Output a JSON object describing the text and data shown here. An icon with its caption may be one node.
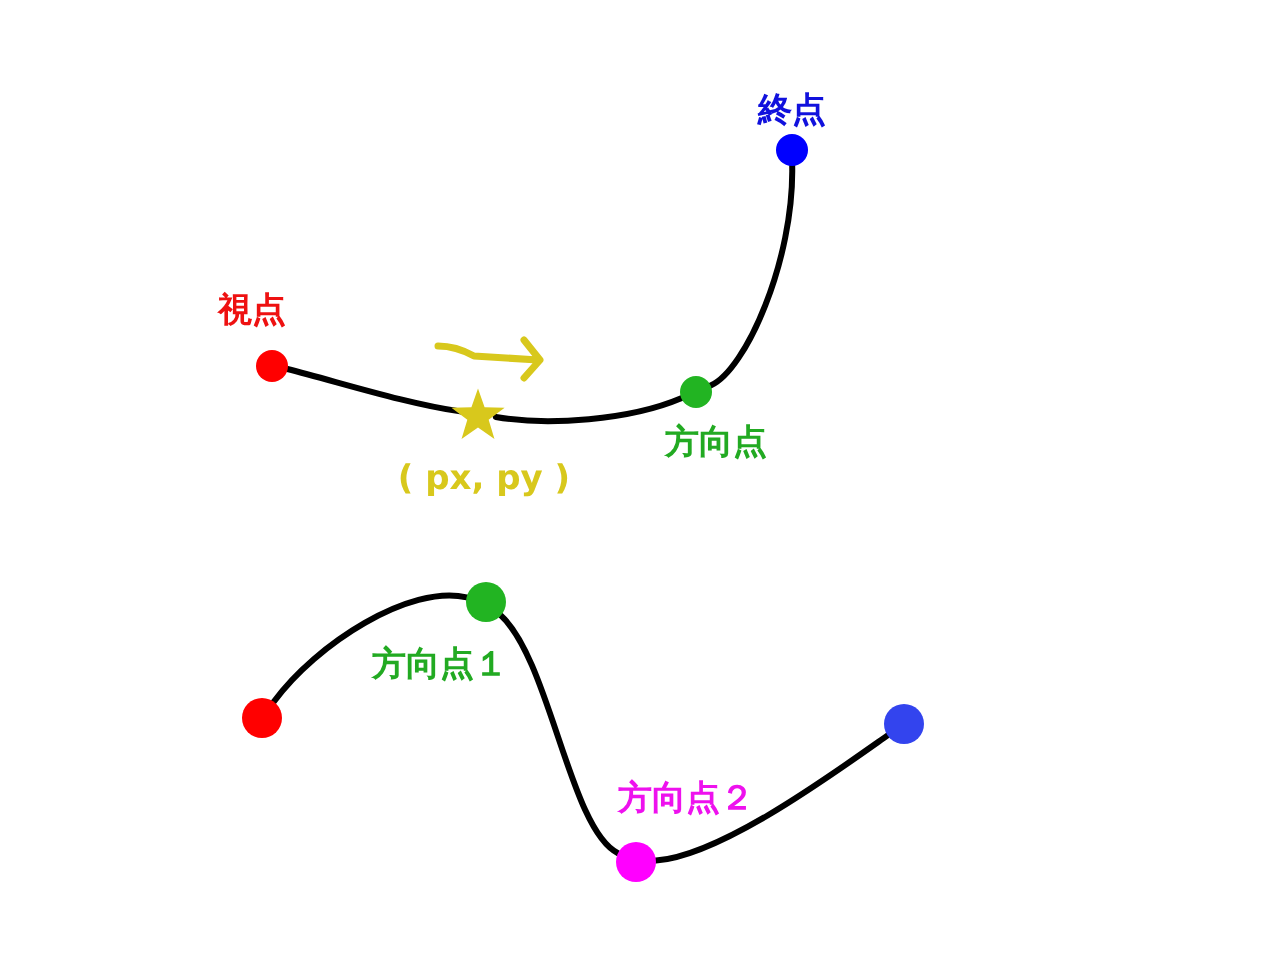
{
  "diagram": {
    "nodes": [
      {
        "text": [],
        "shape": "circle",
        "beside": [
          "視点"
        ]
      },
      {
        "text": [],
        "shape": "star",
        "beside": [
          "( px, py )"
        ]
      },
      {
        "text": [],
        "shape": "circle",
        "beside": [
          "方向点"
        ]
      },
      {
        "text": [],
        "shape": "circle",
        "beside": [
          "終点"
        ]
      },
      {
        "text": [],
        "shape": "circle"
      },
      {
        "text": [],
        "shape": "circle",
        "beside": [
          "方向点１"
        ]
      },
      {
        "text": [],
        "shape": "circle",
        "beside": [
          "方向点２"
        ]
      },
      {
        "text": [],
        "shape": "circle"
      }
    ],
    "edges": [
      {
        "from": 0,
        "to": 1,
        "arrow": "none"
      },
      {
        "from": 1,
        "to": 2,
        "arrow": "none"
      },
      {
        "from": 2,
        "to": 3,
        "arrow": "none"
      },
      {
        "from": 4,
        "to": 5,
        "arrow": "none"
      },
      {
        "from": 5,
        "to": 6,
        "arrow": "none"
      },
      {
        "from": 6,
        "to": 7,
        "arrow": "none"
      }
    ]
  }
}
